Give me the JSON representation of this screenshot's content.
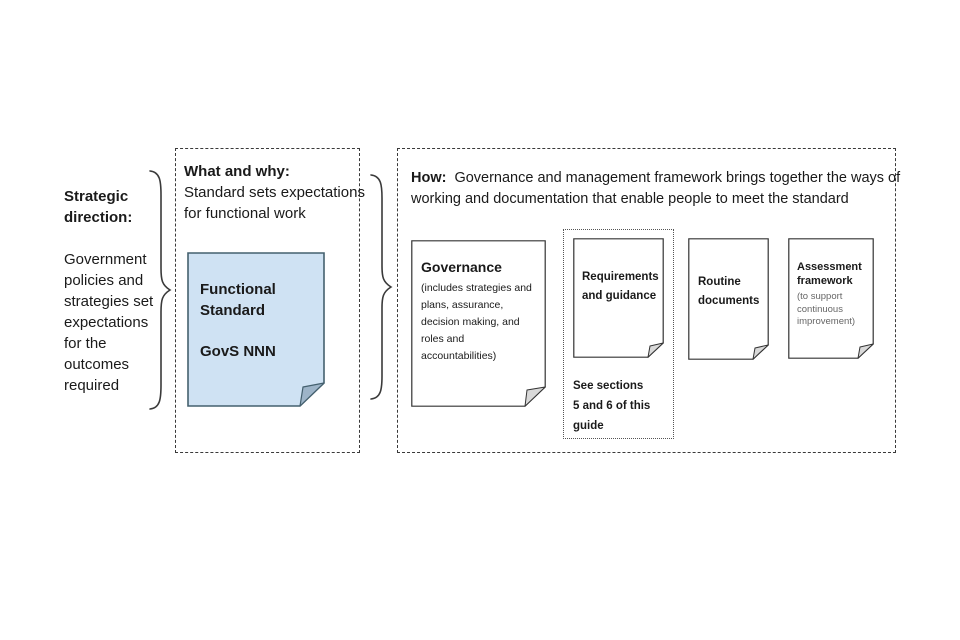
{
  "strategic": {
    "title": "Strategic\ndirection:",
    "body": "Government\npolicies and\nstrategies set\nexpectations\nfor the\noutcomes\nrequired"
  },
  "what_why": {
    "heading": "What and why:",
    "subtext": "Standard sets expectations\nfor functional work",
    "doc": {
      "title": "Functional\nStandard",
      "code": "GovS NNN"
    }
  },
  "how": {
    "heading": "How:",
    "subtext": "Governance and management framework brings together the ways of\nworking and documentation that enable people to meet the standard",
    "governance": {
      "title": "Governance",
      "body": "(includes strategies and\nplans, assurance,\ndecision making, and\nroles and\naccountabilities)"
    },
    "requirements": {
      "title": "Requirements\nand guidance",
      "note": "See sections\n5 and 6 of this\nguide"
    },
    "routine": {
      "title": "Routine\ndocuments"
    },
    "assessment": {
      "title": "Assessment\nframework",
      "body": "(to support\ncontinuous\nimprovement)"
    }
  },
  "colors": {
    "page_bg": "#ffffff",
    "text": "#1a1a1a",
    "muted_text": "#666666",
    "standard_doc_fill": "#cfe2f3",
    "standard_doc_border": "#44606e",
    "white_doc_fill": "#ffffff",
    "doc_border": "#333333",
    "fold_gray": "#d9d9d9",
    "fold_blue": "#9db4c8"
  }
}
